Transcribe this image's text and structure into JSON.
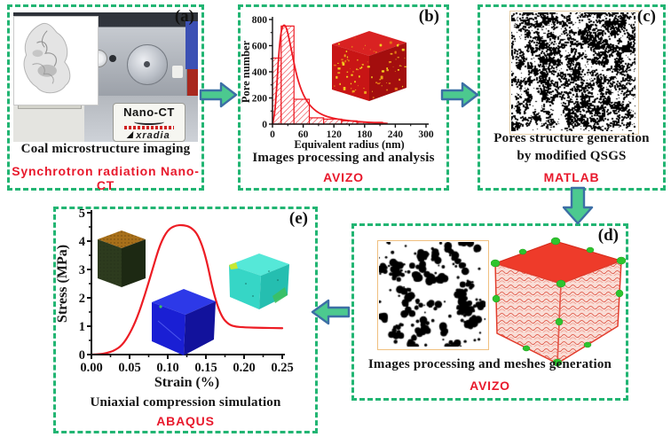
{
  "colors": {
    "panel_border_green": "#22b573",
    "arrow_fill_green": "#4cc98f",
    "arrow_stroke_blue": "#3c6fa5",
    "accent_red": "#e8192c",
    "chart_red": "#ed1c24",
    "text_black": "#141414"
  },
  "panels": {
    "a": {
      "label": "(a)",
      "caption": "Coal microstructure imaging",
      "method": "Synchrotron radiation Nano-CT",
      "photo": {
        "sign_title": "Nano-CT",
        "sign_brand": "xradia"
      }
    },
    "b": {
      "label": "(b)",
      "caption": "Images processing and analysis",
      "software": "AVIZO"
    },
    "c": {
      "label": "(c)",
      "caption_line1": "Pores structure generation",
      "caption_line2": "by modified QSGS",
      "software": "MATLAB"
    },
    "d": {
      "label": "(d)",
      "caption": "Images processing and meshes generation",
      "software": "AVIZO"
    },
    "e": {
      "label": "(e)",
      "caption": "Uniaxial compression simulation",
      "software": "ABAQUS"
    }
  },
  "chart_data": [
    {
      "type": "bar",
      "name": "pore-size-distribution",
      "xlabel": "Equivalent radius (nm)",
      "ylabel": "Pore number",
      "xlim": [
        0,
        300
      ],
      "ylim": [
        0,
        800
      ],
      "xticks": [
        0,
        60,
        120,
        180,
        240,
        300
      ],
      "yticks": [
        0,
        200,
        400,
        600,
        800
      ],
      "bar_style": "red-hatched",
      "bins": [
        {
          "x0": 0,
          "x1": 17,
          "count": 505
        },
        {
          "x0": 17,
          "x1": 42,
          "count": 750
        },
        {
          "x0": 42,
          "x1": 72,
          "count": 190
        },
        {
          "x0": 72,
          "x1": 100,
          "count": 48
        },
        {
          "x0": 100,
          "x1": 135,
          "count": 38
        },
        {
          "x0": 135,
          "x1": 165,
          "count": 25
        },
        {
          "x0": 165,
          "x1": 215,
          "count": 14
        }
      ],
      "fit_curve": {
        "x": [
          0,
          4,
          8,
          12,
          16,
          20,
          25,
          30,
          38,
          48,
          60,
          75,
          95,
          120,
          150,
          185,
          225
        ],
        "y": [
          0,
          60,
          260,
          520,
          690,
          755,
          758,
          700,
          545,
          355,
          220,
          130,
          72,
          42,
          25,
          13,
          5
        ]
      }
    },
    {
      "type": "line",
      "name": "stress-strain-curve",
      "xlabel": "Strain (%)",
      "ylabel": "Stress (MPa)",
      "xlim": [
        0,
        0.25
      ],
      "ylim": [
        0,
        5
      ],
      "xticks": [
        0,
        0.05,
        0.1,
        0.15,
        0.2,
        0.25
      ],
      "xtick_labels": [
        "0.00",
        "0.05",
        "0.10",
        "0.15",
        "0.20",
        "0.25"
      ],
      "yticks": [
        0,
        1,
        2,
        3,
        4,
        5
      ],
      "series": [
        {
          "name": "stress",
          "color": "#ed1c24",
          "x": [
            0,
            0.01,
            0.02,
            0.03,
            0.04,
            0.05,
            0.06,
            0.07,
            0.08,
            0.09,
            0.1,
            0.11,
            0.12,
            0.13,
            0.14,
            0.15,
            0.16,
            0.17,
            0.18,
            0.19,
            0.2,
            0.225,
            0.25
          ],
          "y": [
            0,
            0.01,
            0.05,
            0.14,
            0.32,
            0.72,
            1.3,
            2.1,
            3.0,
            3.9,
            4.4,
            4.55,
            4.57,
            4.5,
            4.22,
            3.45,
            2.15,
            1.35,
            1.05,
            0.98,
            0.96,
            0.94,
            0.93
          ]
        }
      ]
    }
  ]
}
